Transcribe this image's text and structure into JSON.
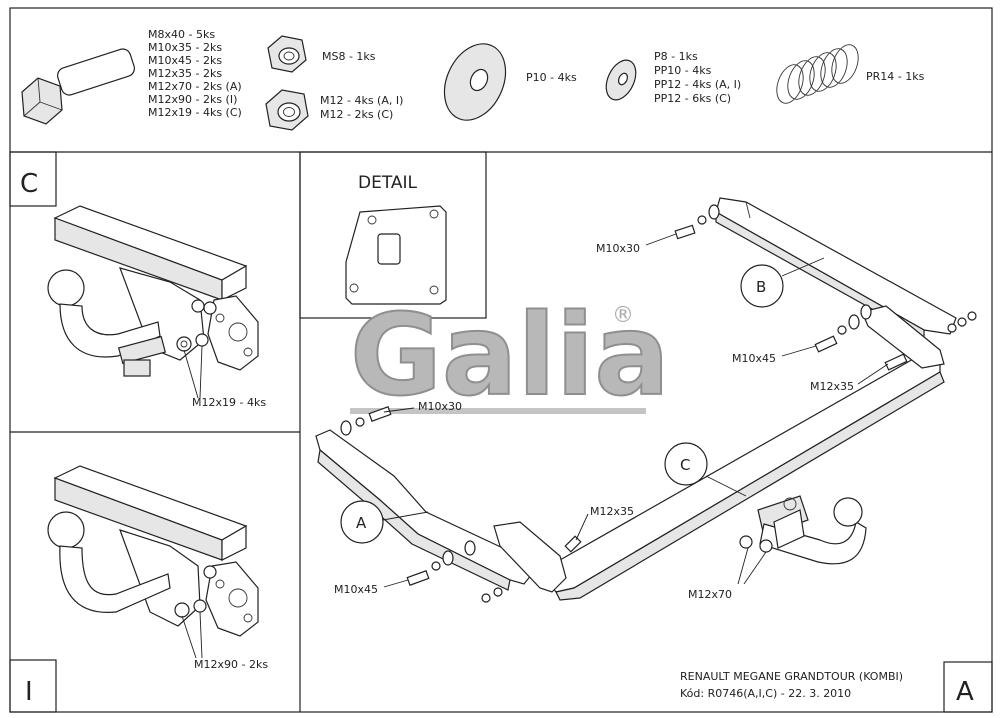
{
  "parts_header": {
    "bolt_list": [
      "M8x40 - 5ks",
      "M10x35 - 2ks",
      "M10x45 - 2ks",
      "M12x35 - 2ks",
      "M12x70 - 2ks (A)",
      "M12x90 - 2ks (I)",
      "M12x19 - 4ks (C)"
    ],
    "nut_ms8": "MS8 - 1ks",
    "nut_m12": [
      "M12 - 4ks (A, I)",
      "M12 - 2ks (C)"
    ],
    "washer_p10": "P10 - 4ks",
    "washer_list": [
      "P8 - 1ks",
      "PP10 - 4ks",
      "PP12 - 4ks (A, I)",
      "PP12 - 6ks (C)"
    ],
    "spring": "PR14 - 1ks"
  },
  "panel_c": {
    "letter": "C",
    "bolt_label": "M12x19 - 4ks"
  },
  "panel_i": {
    "letter": "I",
    "bolt_label": "M12x90 - 2ks"
  },
  "detail": {
    "title": "DETAIL"
  },
  "logo": {
    "text": "Galia",
    "mark": "®"
  },
  "main": {
    "callouts": {
      "a": "A",
      "b": "B",
      "c": "C"
    },
    "labels": {
      "m10x30_top": "M10x30",
      "m10x45_right": "M10x45",
      "m12x35_right": "M12x35",
      "m10x30_left": "M10x30",
      "m12x35_mid": "M12x35",
      "m10x45_left": "M10x45",
      "m12x70": "M12x70"
    },
    "corner_letter": "A",
    "caption_line1": "RENAULT MEGANE GRANDTOUR (KOMBI)",
    "caption_line2": "Kód: R0746(A,I,C) - 22. 3. 2010"
  }
}
